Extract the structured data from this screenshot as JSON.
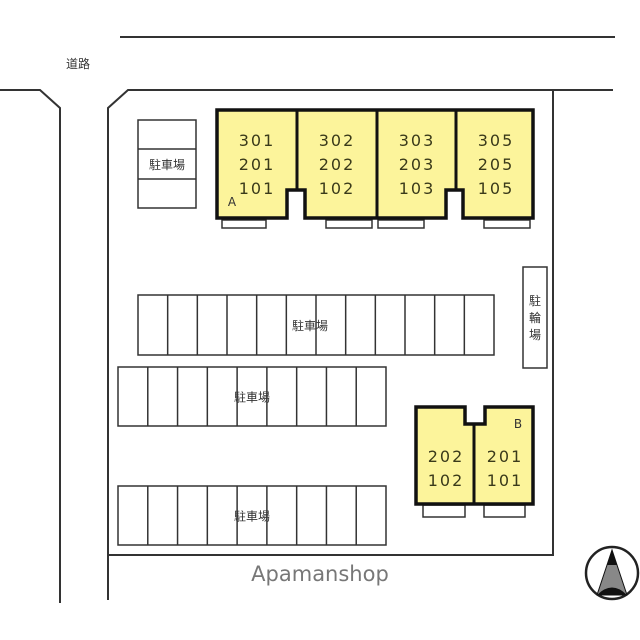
{
  "road_label": "道路",
  "parking_label": "駐車場",
  "bicycle_parking_label": [
    "駐",
    "輪",
    "場"
  ],
  "building_a": {
    "label": "A",
    "units": [
      [
        "301",
        "201",
        "101"
      ],
      [
        "302",
        "202",
        "102"
      ],
      [
        "303",
        "203",
        "103"
      ],
      [
        "305",
        "205",
        "105"
      ]
    ]
  },
  "building_b": {
    "label": "B",
    "units": [
      [
        "202",
        "102"
      ],
      [
        "201",
        "101"
      ]
    ]
  },
  "watermark": "Apamanshop",
  "colors": {
    "building_fill": "#fcf49b",
    "line": "#333333"
  }
}
